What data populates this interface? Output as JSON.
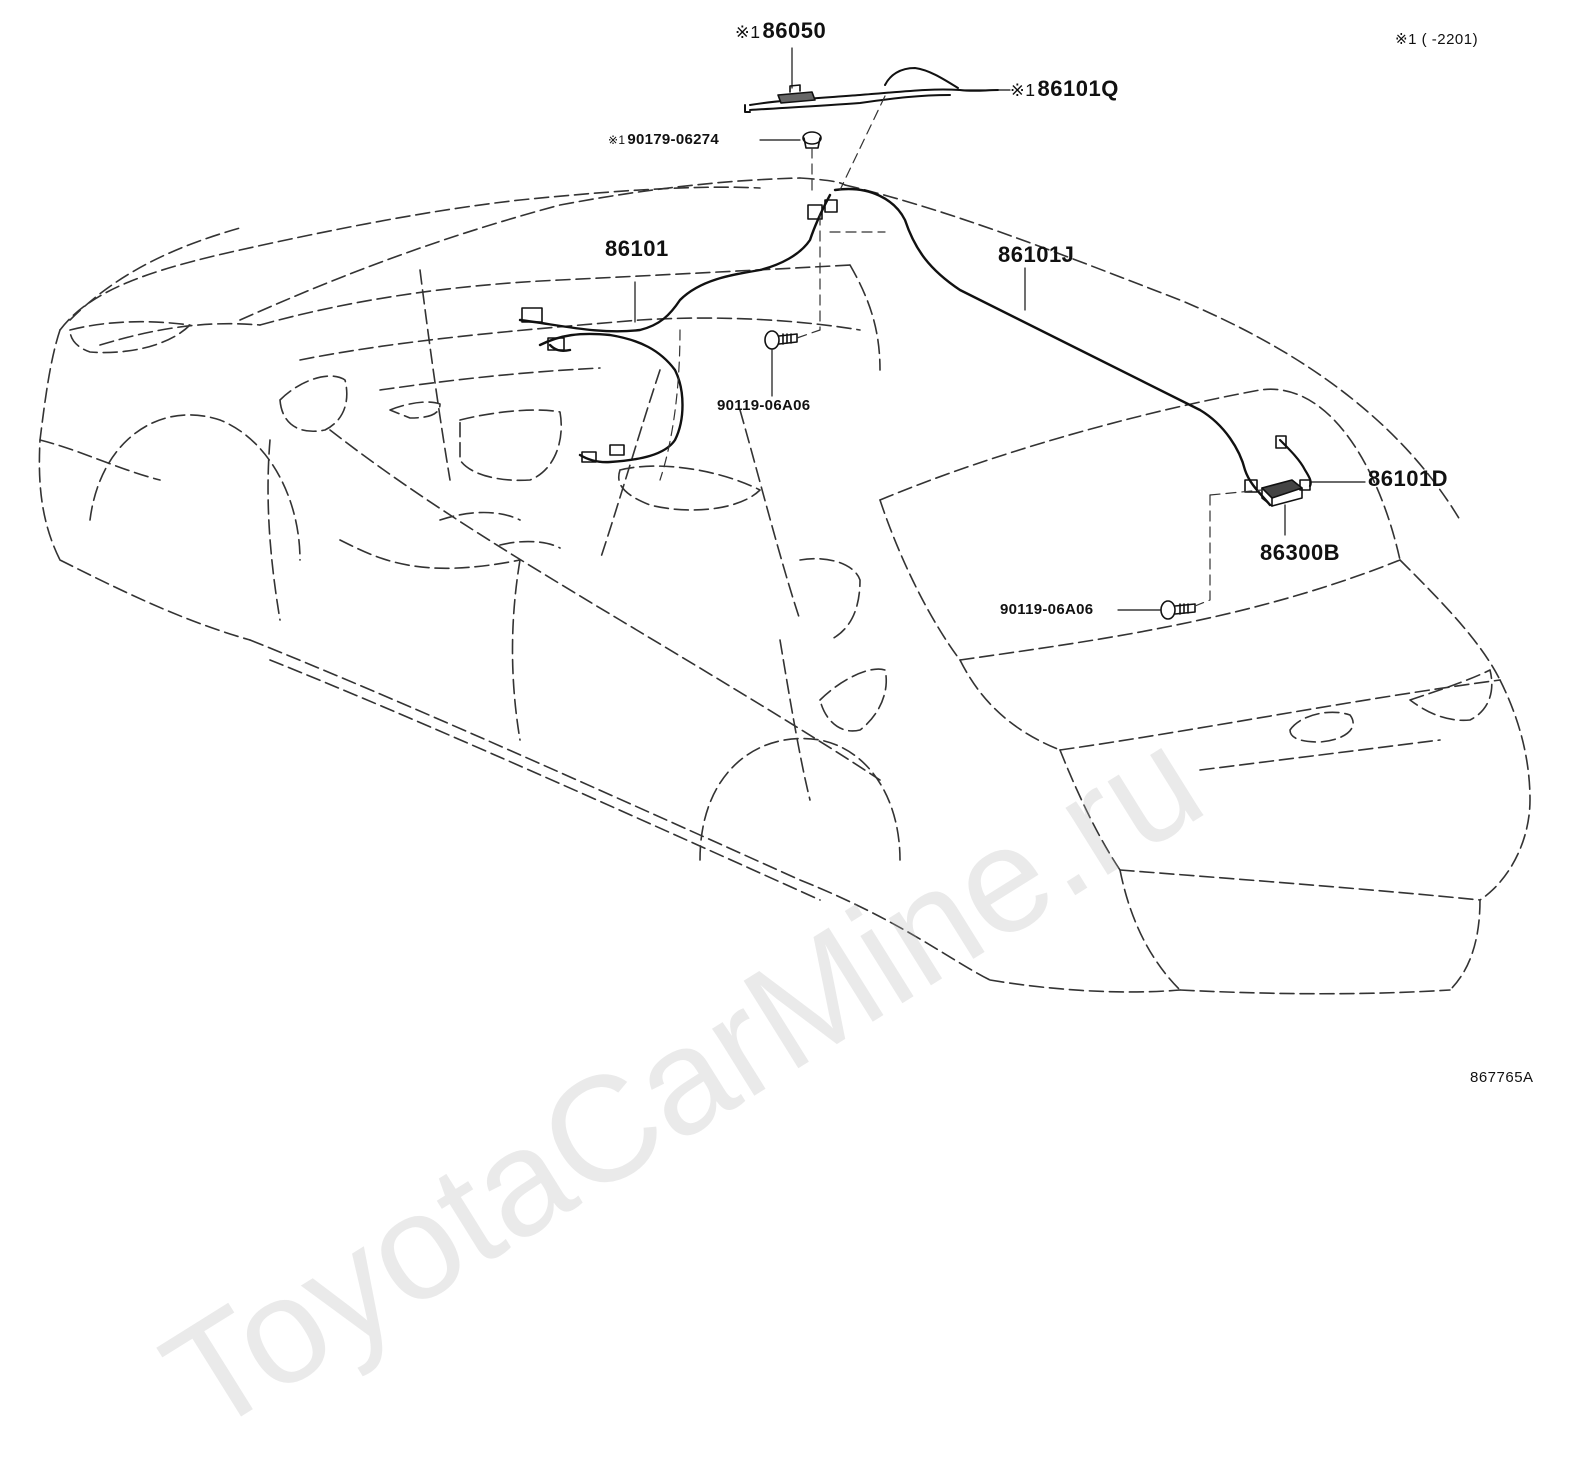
{
  "diagram": {
    "note": "※1 (      -2201)",
    "figure_id": "867765A",
    "watermark": "ToyotaCarMine.ru",
    "callouts": [
      {
        "id": "86050",
        "mark": "※1"
      },
      {
        "id": "86101Q",
        "mark": "※1"
      },
      {
        "id": "90179-06274",
        "mark": "※1"
      },
      {
        "id": "86101",
        "mark": ""
      },
      {
        "id": "86101J",
        "mark": ""
      },
      {
        "id": "90119-06A06",
        "mark": ""
      },
      {
        "id": "86101D",
        "mark": ""
      },
      {
        "id": "86300B",
        "mark": ""
      },
      {
        "id": "90119-06A06",
        "mark": ""
      }
    ]
  }
}
